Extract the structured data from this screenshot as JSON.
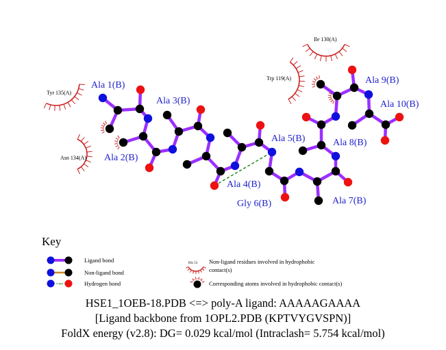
{
  "residues": {
    "ala1": "Ala 1(B)",
    "ala2": "Ala 2(B)",
    "ala3": "Ala 3(B)",
    "ala4": "Ala 4(B)",
    "ala5": "Ala 5(B)",
    "gly6": "Gly 6(B)",
    "ala7": "Ala 7(B)",
    "ala8": "Ala 8(B)",
    "ala9": "Ala 9(B)",
    "ala10": "Ala 10(B)"
  },
  "contacts": {
    "tyr135": "Tyr 135(A)",
    "asn134": "Asn 134(A)",
    "trp119": "Trp 119(A)",
    "ile130": "Ile 130(A)"
  },
  "key": {
    "title": "Key",
    "ligand_bond": "Ligand bond",
    "non_ligand_bond": "Non-ligand bond",
    "hydrogen_bond": "Hydrogen bond",
    "hbond_distance": "3.0",
    "example_residue": "His 53",
    "nonligand_residues_line1": "Non-ligand residues involved in hydrophobic",
    "nonligand_residues_line2": "contact(s)",
    "corresponding_atoms": "Corresponding atoms involved in hydrophobic contact(s)"
  },
  "caption": {
    "line1": "HSE1_1OEB-18.PDB <=> poly-A ligand: AAAAAGAAAA",
    "line2": "[Ligand backbone from 1OPL2.PDB (KPTVYGVSPN)]",
    "line3": "FoldX energy (v2.8): DG= 0.029 kcal/mol (Intraclash= 5.754 kcal/mol)"
  },
  "colors": {
    "ligand_bond": "#9b30ff",
    "non_ligand_bond": "#cc8822",
    "hbond": "#228822",
    "carbon": "#000000",
    "nitrogen": "#1010dd",
    "oxygen": "#ee1111",
    "hydrophobic": "#cc2222",
    "label": "#2222cc"
  }
}
